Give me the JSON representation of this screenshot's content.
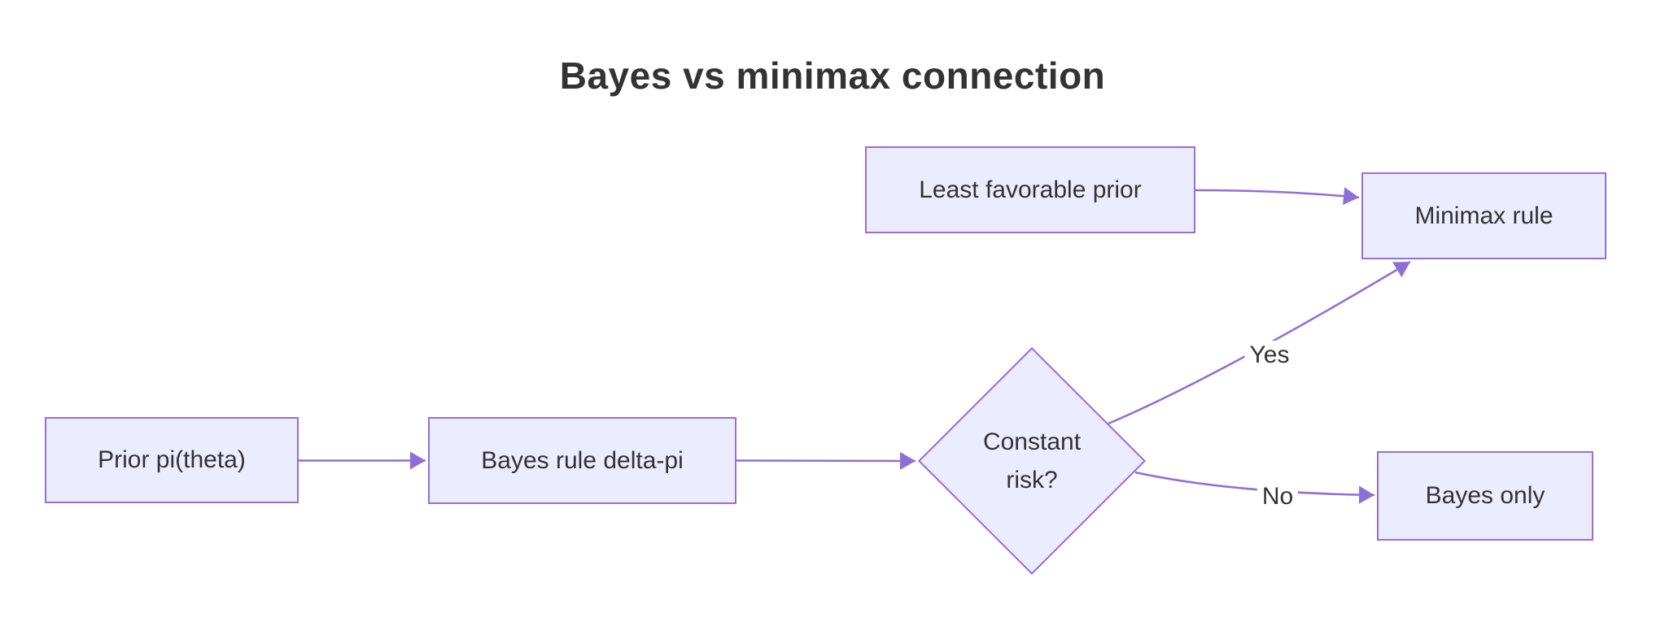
{
  "diagram": {
    "type": "flowchart",
    "title": "Bayes vs minimax connection",
    "nodes": {
      "prior": {
        "label": "Prior pi(theta)",
        "shape": "rectangle"
      },
      "bayes_rule": {
        "label": "Bayes rule delta-pi",
        "shape": "rectangle"
      },
      "constant_risk": {
        "label": "Constant risk?",
        "shape": "diamond"
      },
      "least_favorable": {
        "label": "Least favorable prior",
        "shape": "rectangle"
      },
      "minimax": {
        "label": "Minimax rule",
        "shape": "rectangle"
      },
      "bayes_only": {
        "label": "Bayes only",
        "shape": "rectangle"
      }
    },
    "edge_labels": {
      "yes": "Yes",
      "no": "No"
    },
    "edges": [
      {
        "from": "prior",
        "to": "bayes_rule",
        "label": ""
      },
      {
        "from": "bayes_rule",
        "to": "constant_risk",
        "label": ""
      },
      {
        "from": "constant_risk",
        "to": "minimax",
        "label": "Yes"
      },
      {
        "from": "constant_risk",
        "to": "bayes_only",
        "label": "No"
      },
      {
        "from": "least_favorable",
        "to": "minimax",
        "label": ""
      }
    ],
    "colors": {
      "node_fill": "#ECECFF",
      "node_border": "#9370DB",
      "edge": "#8E6FD8",
      "text": "#333333",
      "title": "#333333",
      "background": "#FFFFFF"
    }
  }
}
